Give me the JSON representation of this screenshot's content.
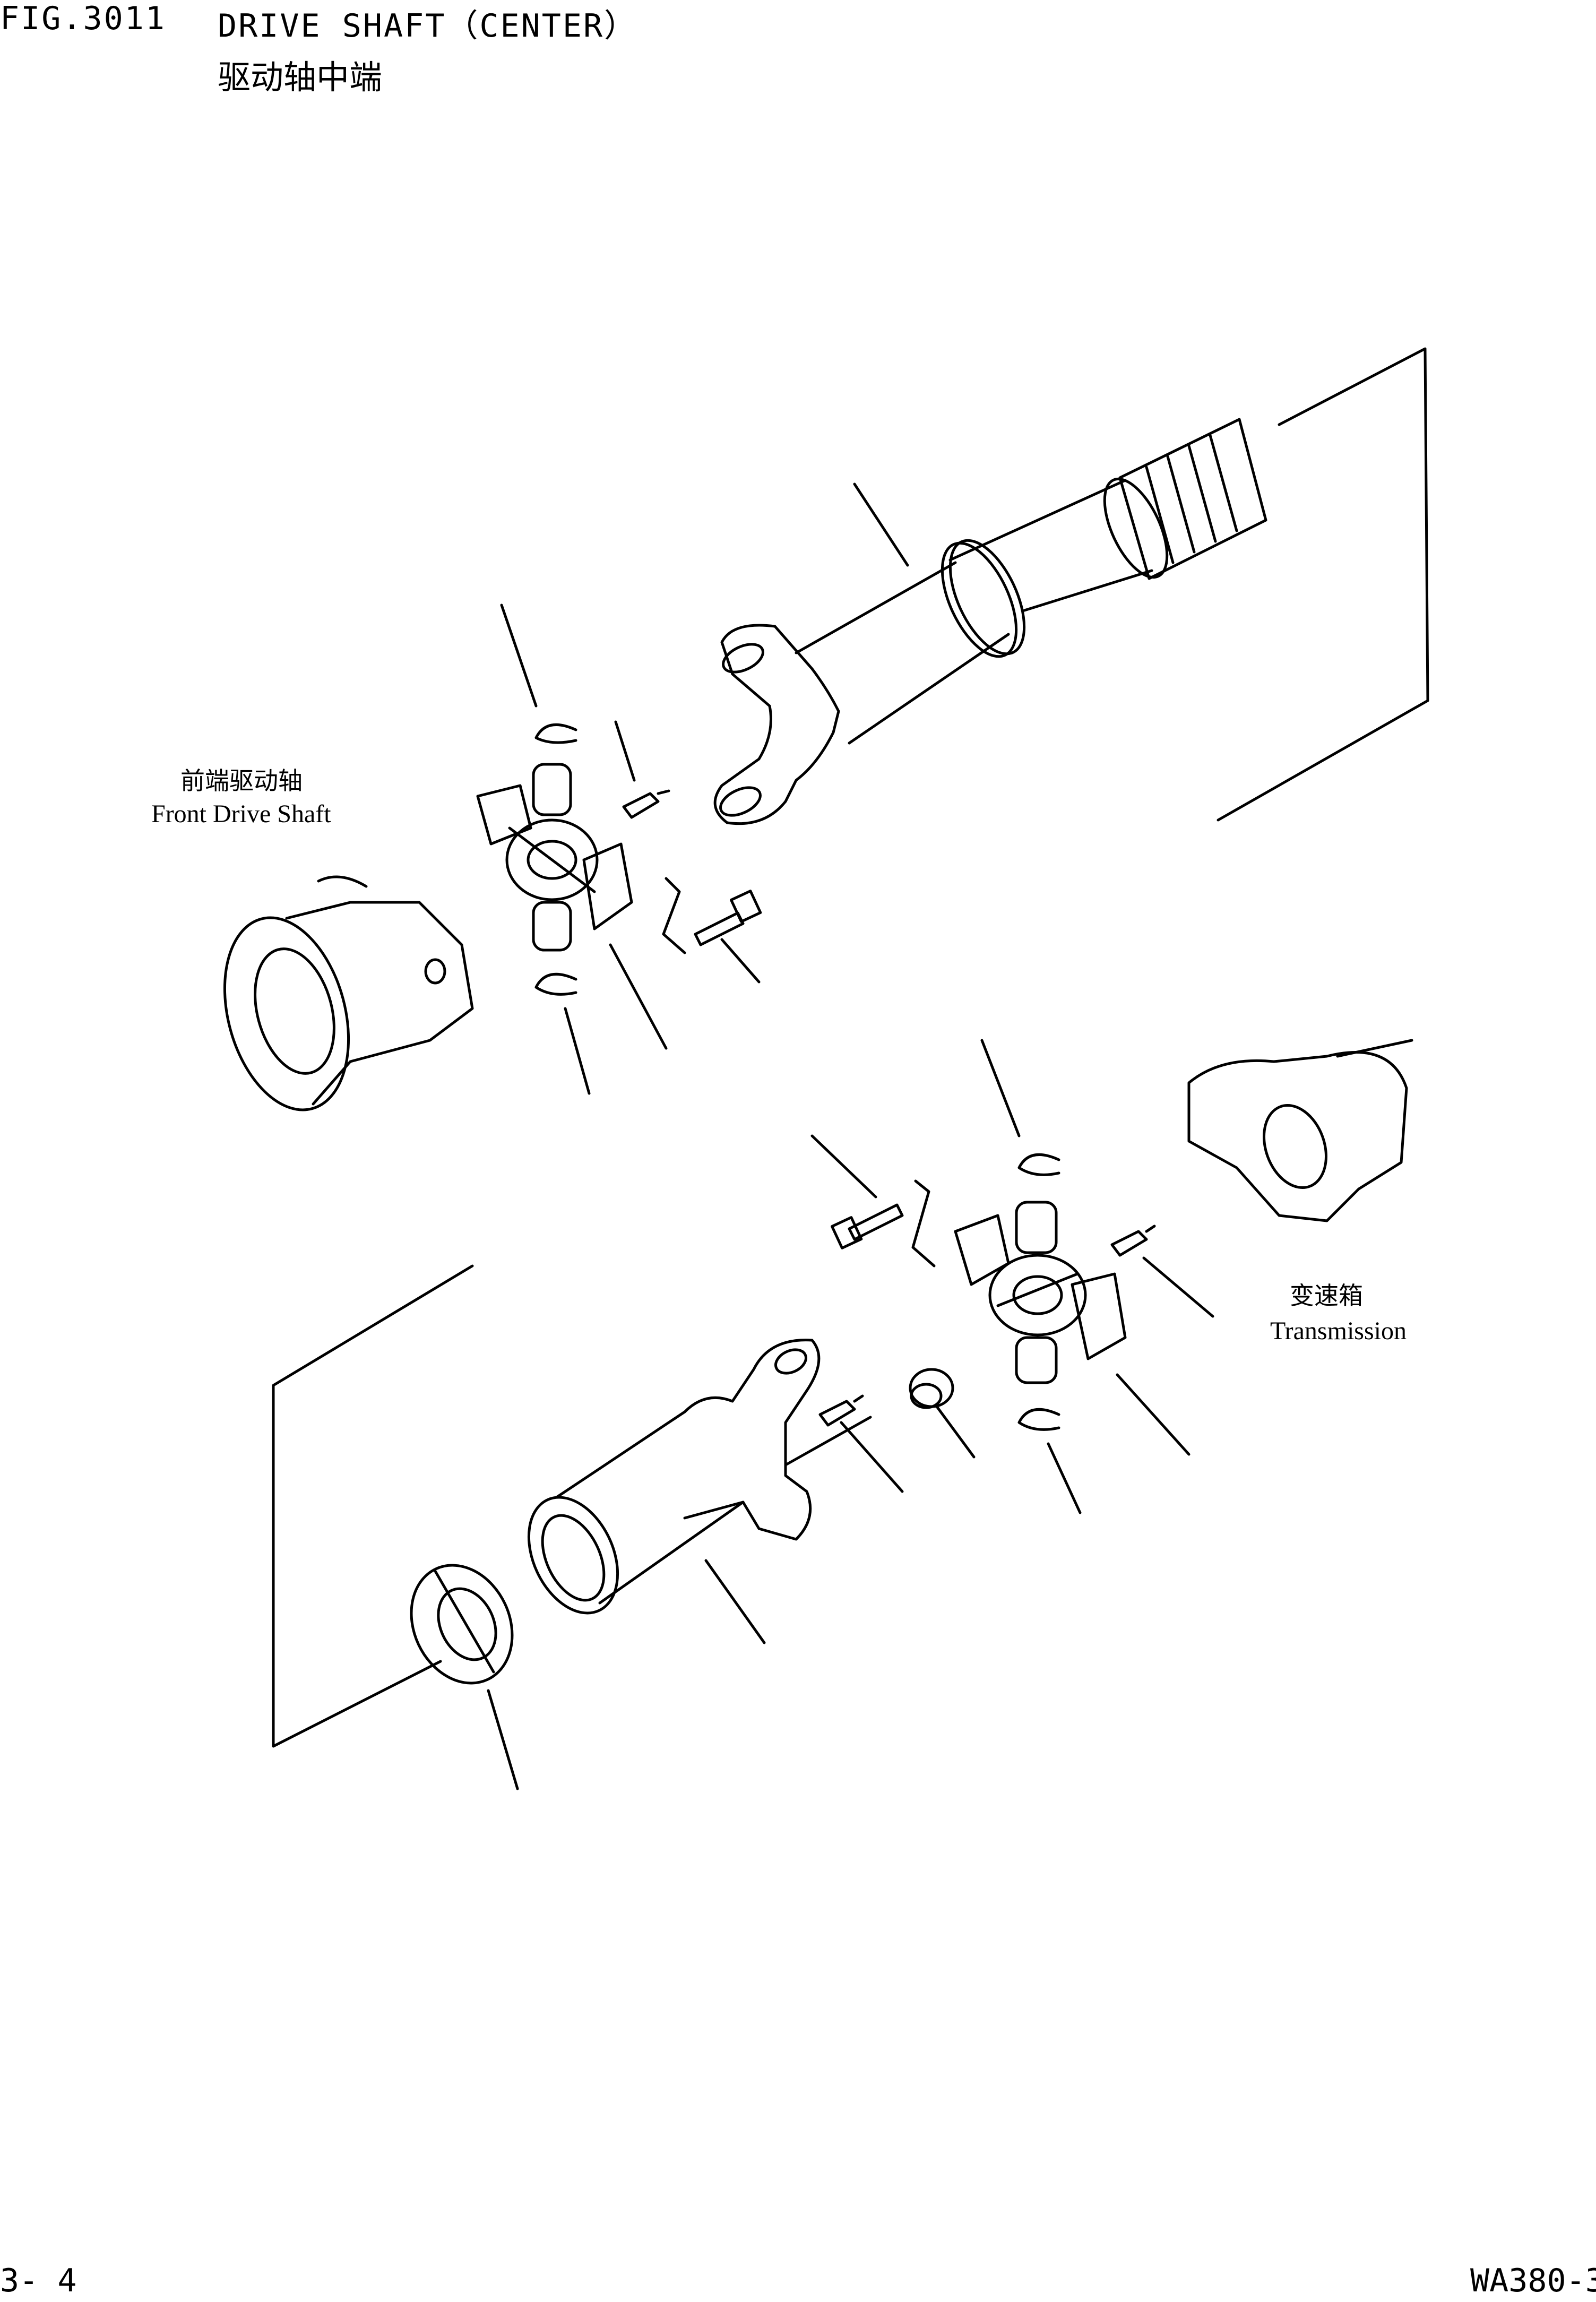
{
  "header": {
    "fig_number": "FIG.3011",
    "title": "DRIVE SHAFT（CENTER）",
    "title_zh": "驱动轴中端"
  },
  "labels": {
    "front_drive_shaft_zh": "前端驱动轴",
    "front_drive_shaft_en": "Front Drive Shaft",
    "transmission_zh": "变速箱",
    "transmission_en": "Transmission"
  },
  "footer": {
    "page_number": "3- 4",
    "model_code": "WA380-3"
  },
  "icons": {
    "drawing": "exploded-drive-shaft-drawing"
  }
}
